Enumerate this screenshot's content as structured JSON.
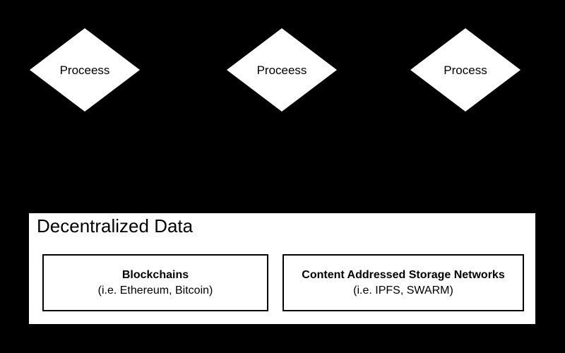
{
  "processes": [
    {
      "label": "Proceess"
    },
    {
      "label": "Proceess"
    },
    {
      "label": "Process"
    }
  ],
  "panel": {
    "title": "Decentralized Data",
    "boxes": [
      {
        "title": "Blockchains",
        "subtitle": "(i.e. Ethereum, Bitcoin)"
      },
      {
        "title": "Content Addressed Storage Networks",
        "subtitle": "(i.e. IPFS, SWARM)"
      }
    ]
  },
  "colors": {
    "background": "#000000",
    "shape_fill": "#ffffff",
    "text": "#000000",
    "box_border": "#000000"
  }
}
